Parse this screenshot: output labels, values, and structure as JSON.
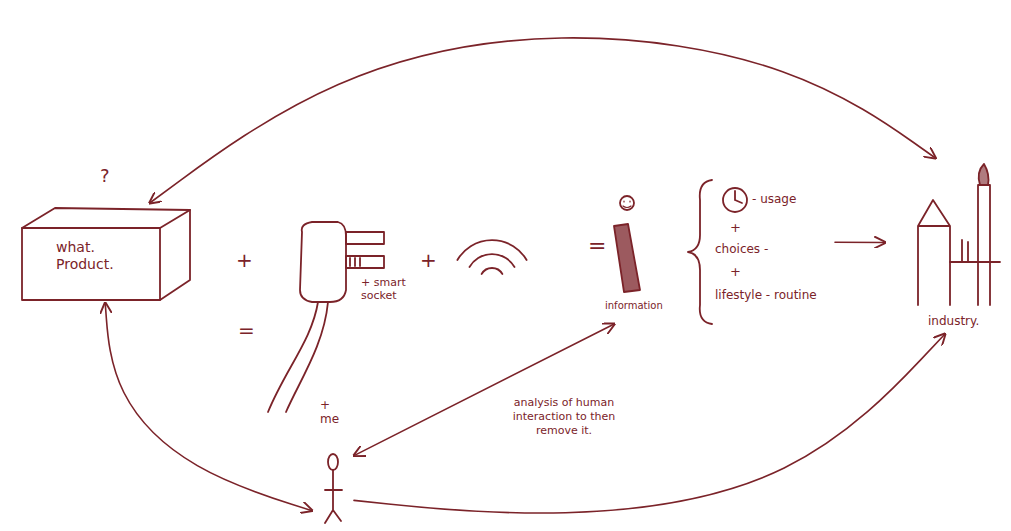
{
  "diagram": {
    "nodes": [
      {
        "text": [
          "what. Product."
        ]
      },
      {
        "text": [
          "+ smart socket"
        ]
      },
      {
        "text": [
          "information",
          "- usage",
          "+",
          "choices -",
          "+",
          "lifestyle - routine"
        ]
      },
      {
        "text": [
          "industry."
        ]
      },
      {
        "text": [
          "+ me"
        ]
      }
    ],
    "edges": [
      {
        "from": 0,
        "to": 3,
        "arrow": "both"
      },
      {
        "from": 0,
        "to": 4,
        "arrow": "both"
      },
      {
        "from": 4,
        "to": 3,
        "arrow": "to"
      },
      {
        "from": 2,
        "to": 4,
        "arrow": "both",
        "label": "analysis of human interaction to then remove it."
      },
      {
        "from": 2,
        "to": 3,
        "arrow": "to"
      }
    ],
    "labels": [
      "?",
      "+",
      "+",
      "=",
      "="
    ]
  }
}
